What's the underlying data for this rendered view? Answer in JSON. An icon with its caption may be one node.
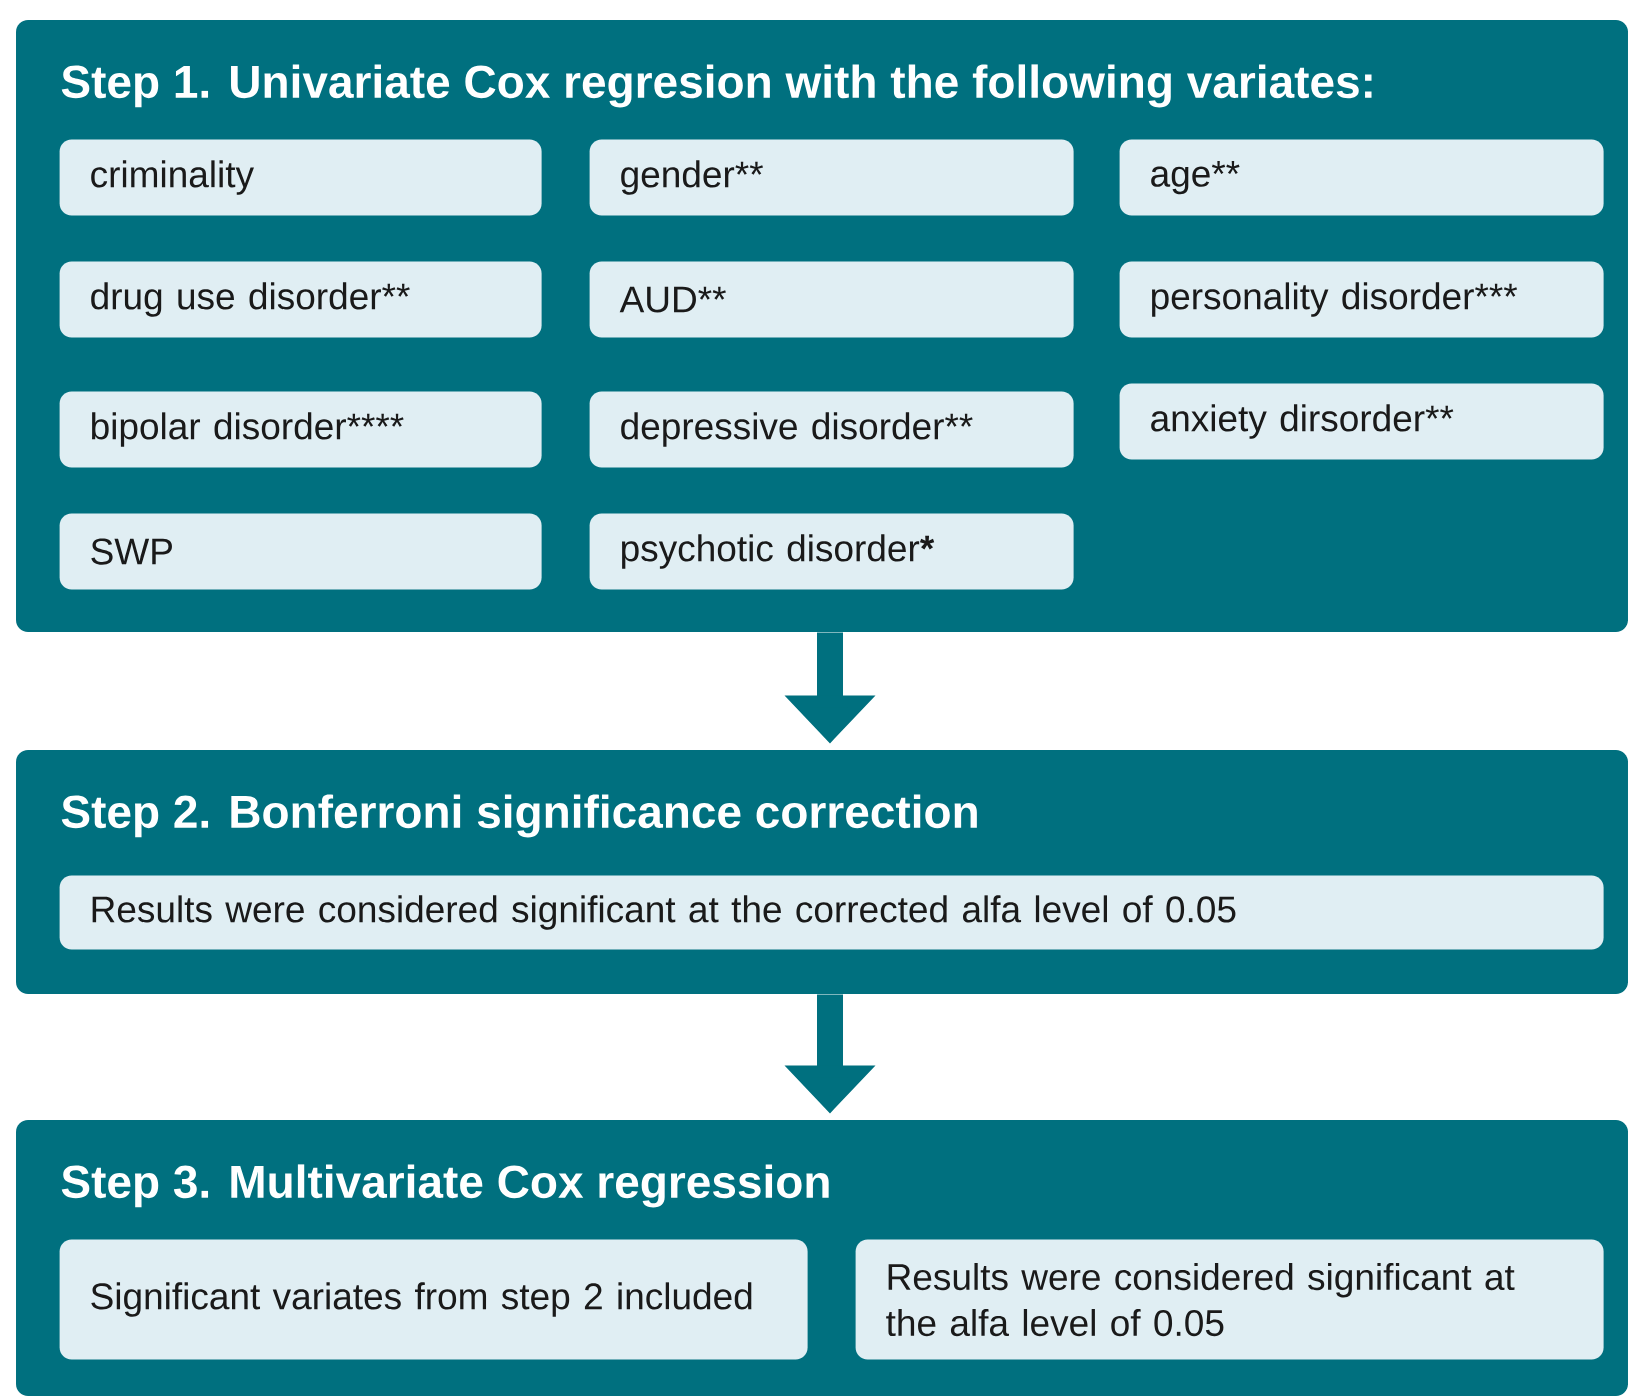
{
  "diagram": {
    "nodes": [
      {
        "text": [
          "Step 1. Univariate Cox regresion with the following variates:"
        ]
      },
      {
        "text": [
          "criminality"
        ],
        "in": 0
      },
      {
        "text": [
          "gender**"
        ],
        "in": 0
      },
      {
        "text": [
          "age**"
        ],
        "in": 0
      },
      {
        "text": [
          "drug use disorder**"
        ],
        "in": 0
      },
      {
        "text": [
          "AUD**"
        ],
        "in": 0
      },
      {
        "text": [
          "personality disorder***"
        ],
        "in": 0
      },
      {
        "text": [
          "bipolar disorder****"
        ],
        "in": 0
      },
      {
        "text": [
          "depressive disorder**"
        ],
        "in": 0
      },
      {
        "text": [
          "anxiety dirsorder**"
        ],
        "in": 0
      },
      {
        "text": [
          "SWP"
        ],
        "in": 0
      },
      {
        "text": [
          "psychotic disorder*****"
        ],
        "in": 0
      },
      {
        "text": [
          "Step 2. Bonferroni significance correction"
        ]
      },
      {
        "text": [
          "Results were considered significant at the corrected alfa level of 0.05"
        ],
        "in": 12
      },
      {
        "text": [
          "Step 3. Multivariate Cox regression"
        ]
      },
      {
        "text": [
          "Significant variates from step 2 included"
        ],
        "in": 14
      },
      {
        "text": [
          "Results were considered significant at the alfa level of 0.05"
        ],
        "in": 14
      }
    ],
    "edges": [
      {
        "from": 0,
        "to": 12,
        "arrow": "to"
      },
      {
        "from": 12,
        "to": 14,
        "arrow": "to"
      }
    ]
  }
}
